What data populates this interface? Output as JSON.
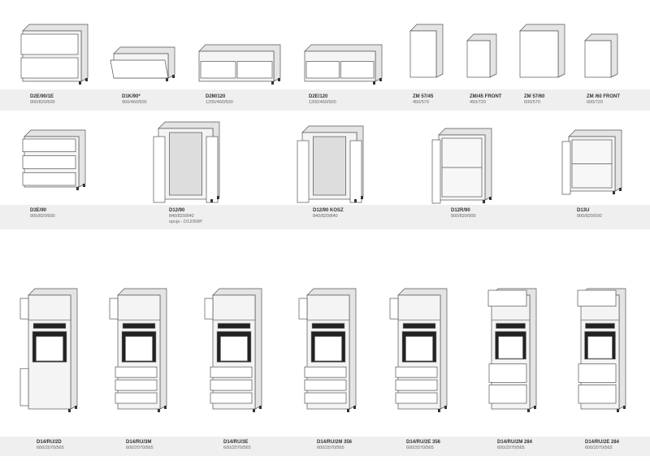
{
  "rows": [
    {
      "items": [
        {
          "code": "D2E/90/1E",
          "dims": "900/820/500"
        },
        {
          "code": "D1K/90*",
          "dims": "900/460/500"
        },
        {
          "code": "D2M/120",
          "dims": "1200/460/500"
        },
        {
          "code": "D2E/120",
          "dims": "1200/460/500"
        },
        {
          "code": "ZM 57/45",
          "dims": "450/570"
        },
        {
          "code": "ZM/45 FRONT",
          "dims": "450/720"
        },
        {
          "code": "ZM 57/60",
          "dims": "600/570"
        },
        {
          "code": "ZM /60 FRONT",
          "dims": "600/720"
        }
      ]
    },
    {
      "items": [
        {
          "code": "D3E/90",
          "dims": "900/820/500"
        },
        {
          "code": "D12/90",
          "dims": "840/820/840",
          "note": "opcja - D12/90/P"
        },
        {
          "code": "D12/90 KOSZ",
          "dims": "840/820/840"
        },
        {
          "code": "D12R/90",
          "dims": "900/820/900"
        },
        {
          "code": "D13U",
          "dims": "900/820/500"
        }
      ]
    },
    {
      "items": [
        {
          "code": "D14/RU/2D",
          "dims": "600/2070/565"
        },
        {
          "code": "D14/RU/3M",
          "dims": "600/2070/565"
        },
        {
          "code": "D14/RU/3E",
          "dims": "600/2070/565"
        },
        {
          "code": "D14/RU/2M 356",
          "dims": "600/2070/565"
        },
        {
          "code": "D14/RU/2E 356",
          "dims": "600/2070/565"
        },
        {
          "code": "D14/RU/2M 284",
          "dims": "600/2070/565"
        },
        {
          "code": "D14/RU/2E 284",
          "dims": "600/2070/565"
        }
      ]
    }
  ]
}
